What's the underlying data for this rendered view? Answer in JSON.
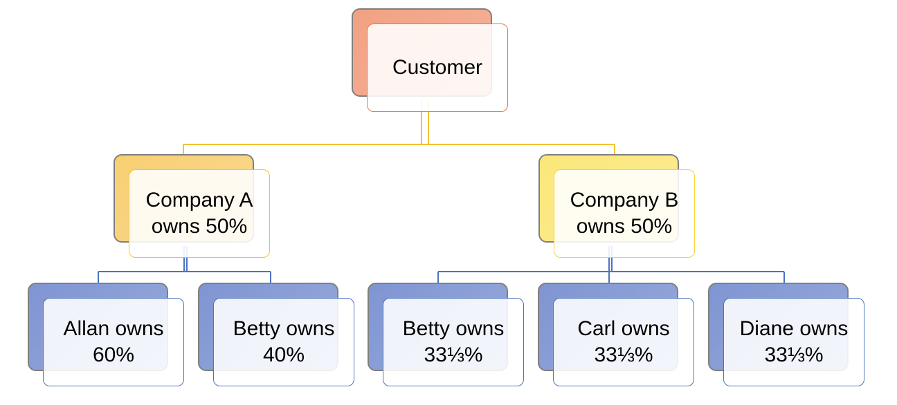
{
  "colors": {
    "root_back": "#f2a182",
    "root_border": "#e07a4a",
    "level1_line": "#f5c133",
    "company_a_back": "#f8cf73",
    "company_a_border": "#f5c133",
    "company_b_back": "#fbe77a",
    "company_b_border": "#f5d23a",
    "level2_line": "#4a73c0",
    "owner_back": "#7f95d2",
    "owner_border": "#4a73c0"
  },
  "diagram": {
    "root": {
      "label": "Customer"
    },
    "companies": [
      {
        "label": "Company A\nowns 50%"
      },
      {
        "label": "Company B\nowns 50%"
      }
    ],
    "owners": [
      {
        "label": "Allan owns\n60%"
      },
      {
        "label": "Betty owns\n40%"
      },
      {
        "label": "Betty owns\n33⅓%"
      },
      {
        "label": "Carl owns\n33⅓%"
      },
      {
        "label": "Diane owns\n33⅓%"
      }
    ]
  }
}
